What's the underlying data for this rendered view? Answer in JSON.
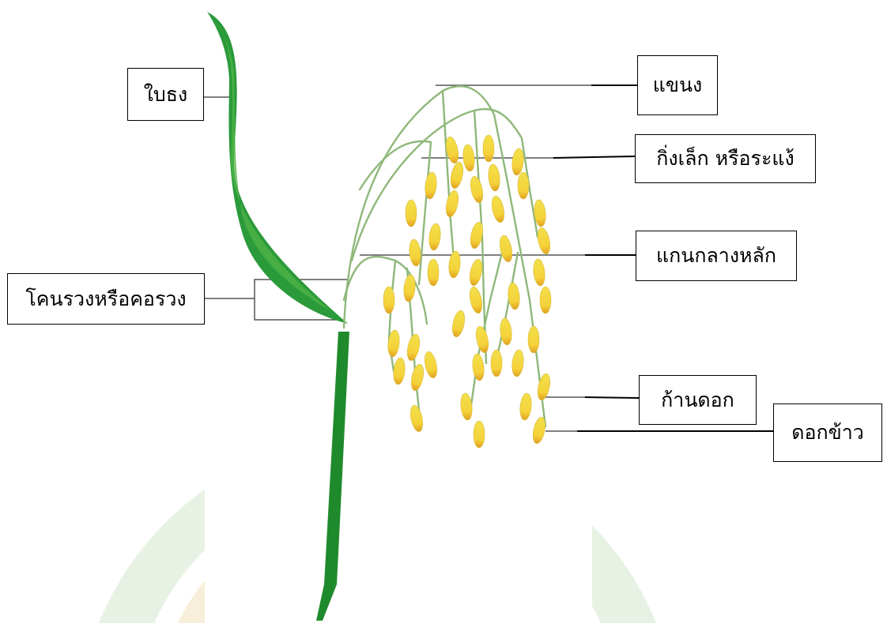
{
  "labels": {
    "flag_leaf": "ใบธง",
    "primary_branch": "แขนง",
    "secondary_branch": "กิ่งเล็ก หรือระแง้",
    "main_axis": "แกนกลางหลัก",
    "panicle_neck": "โคนรวงหรือคอรวง",
    "pedicel": "ก้านดอก",
    "spikelet": "ดอกข้าว"
  },
  "colors": {
    "stem": "#1f8a2c",
    "leaf_dark": "#1b7a2a",
    "leaf_light": "#5cb548",
    "branch": "#8fb87a",
    "grain_yellow": "#f2e04a",
    "grain_tip": "#e0a020",
    "watermark_green": "#e7f2e4",
    "watermark_gold": "#f7efd9"
  }
}
